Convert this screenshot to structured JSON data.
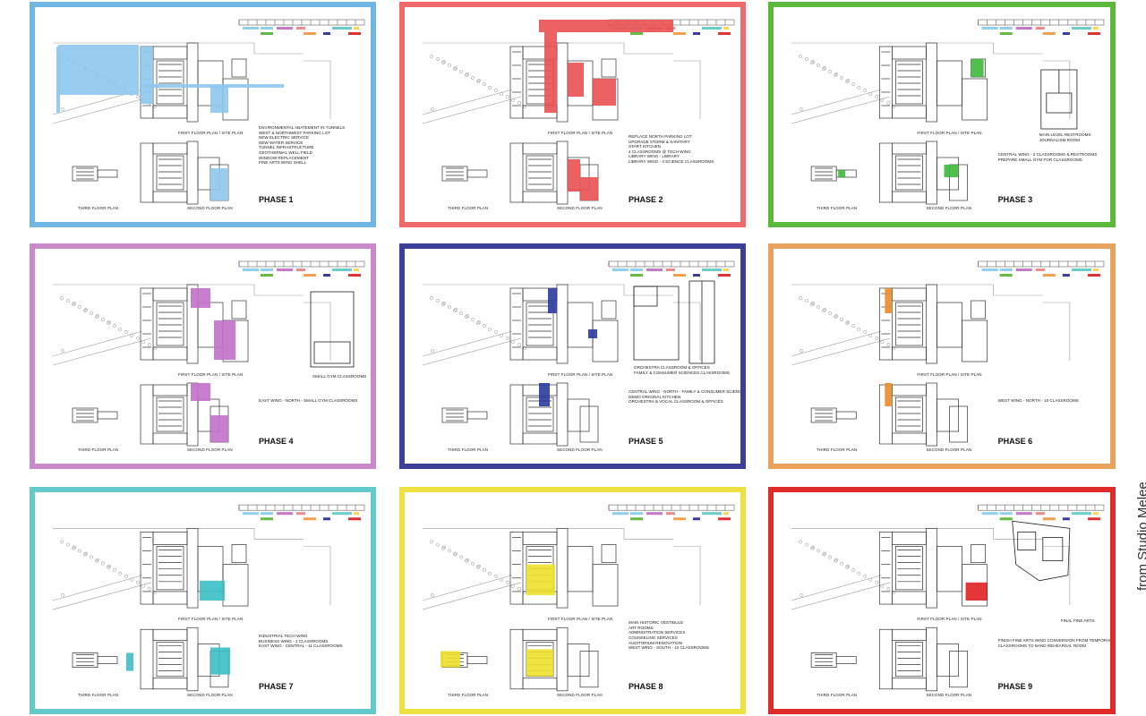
{
  "labels": {
    "first_floor": "FIRST FLOOR PLAN / SITE PLAN",
    "second_floor": "SECOND FLOOR PLAN",
    "third_floor": "THIRD FLOOR PLAN"
  },
  "credit": "from Studio Melee",
  "legend_colors": [
    "#8fd0ee",
    "#f08a88",
    "#c878c8",
    "#3c3c9e",
    "#6ccccc",
    "#ffd84a",
    "#66bb44",
    "#f0a050",
    "#dd3333"
  ],
  "phases": [
    {
      "title": "PHASE 1",
      "color": "#6fb6e4",
      "highlight": "#8ec8ee",
      "scope": [
        "ENVIRONMENTAL ABATEMENT IN TUNNELS",
        "WEST & NORTHWEST PARKING LOT",
        "NEW ELECTRIC SERVICE",
        "NEW WATER SERVICE",
        "TUNNEL INFRASTRUCTURE",
        "GEOTHERMAL WELL FIELD",
        "WINDOW REPLACEMENT",
        "FINE ARTS WING SHELL"
      ],
      "annex": []
    },
    {
      "title": "PHASE 2",
      "color": "#ef6b6b",
      "highlight": "#ea5050",
      "scope": [
        "REPLACE NORTH PARKING LOT",
        "UPGRADE STORM & SANITARY",
        "START KITCHEN",
        "4 CLASSROOMS @ TECH WING",
        "LIBRARY WING - LIBRARY",
        "LIBRARY WING - 4 SCIENCE CLASSROOMS"
      ],
      "annex": []
    },
    {
      "title": "PHASE 3",
      "color": "#5cb83a",
      "highlight": "#3db83a",
      "scope": [
        "CENTRAL WING - 2 CLASSROOMS & RESTROOMS",
        "PREPARE SMALL GYM FOR CLASSROOMS"
      ],
      "annex": [
        "MAIN LEVEL RESTROOMS",
        "JOURNALISM ROOM"
      ]
    },
    {
      "title": "PHASE 4",
      "color": "#c98ac9",
      "highlight": "#c070c8",
      "scope": [
        "EAST WING - NORTH - SMALL GYM CLASSROOMS"
      ],
      "annex": [
        "SMALL GYM CLASSROOMS"
      ]
    },
    {
      "title": "PHASE 5",
      "color": "#3b3f9a",
      "highlight": "#2b3aa0",
      "scope": [
        "CENTRAL WING - NORTH - FAMILY & CONSUMER SCIENCES",
        "DEMO ORIGINAL KITCHEN",
        "ORCHESTRA & VOCAL CLASSROOM & OFFICES"
      ],
      "annex": [
        "ORCHESTRA CLASSROOM & OFFICES",
        "FAMILY & CONSUMER SCIENCES CLASSROOMS"
      ]
    },
    {
      "title": "PHASE 6",
      "color": "#e9a35c",
      "highlight": "#e88c2a",
      "scope": [
        "WEST WING - NORTH - 15 CLASSROOMS"
      ],
      "annex": []
    },
    {
      "title": "PHASE 7",
      "color": "#63cac9",
      "highlight": "#3bbfc4",
      "scope": [
        "INDUSTRIAL TECH WING",
        "BUSINESS WING - 2 CLASSROOMS",
        "EAST WING - CENTRAL - 11 CLASSROOMS"
      ],
      "annex": []
    },
    {
      "title": "PHASE 8",
      "color": "#efe142",
      "highlight": "#ece02a",
      "scope": [
        "MAIN HISTORIC VESTIBULE",
        "ART ROOMS",
        "ADMINISTRATION SERVICES",
        "COUNSELING SERVICES",
        "AUDITORIUM RENOVATION",
        "WEST WING - SOUTH - 10 CLASSROOMS"
      ],
      "annex": []
    },
    {
      "title": "PHASE 9",
      "color": "#e02a2a",
      "highlight": "#e02020",
      "scope": [
        "FINISH FINE ARTS WING CONVERSION FROM TEMPORARY",
        "CLASSROOMS TO BAND REHEARSAL ROOM"
      ],
      "annex": [
        "FINAL FINE ARTS"
      ]
    }
  ]
}
